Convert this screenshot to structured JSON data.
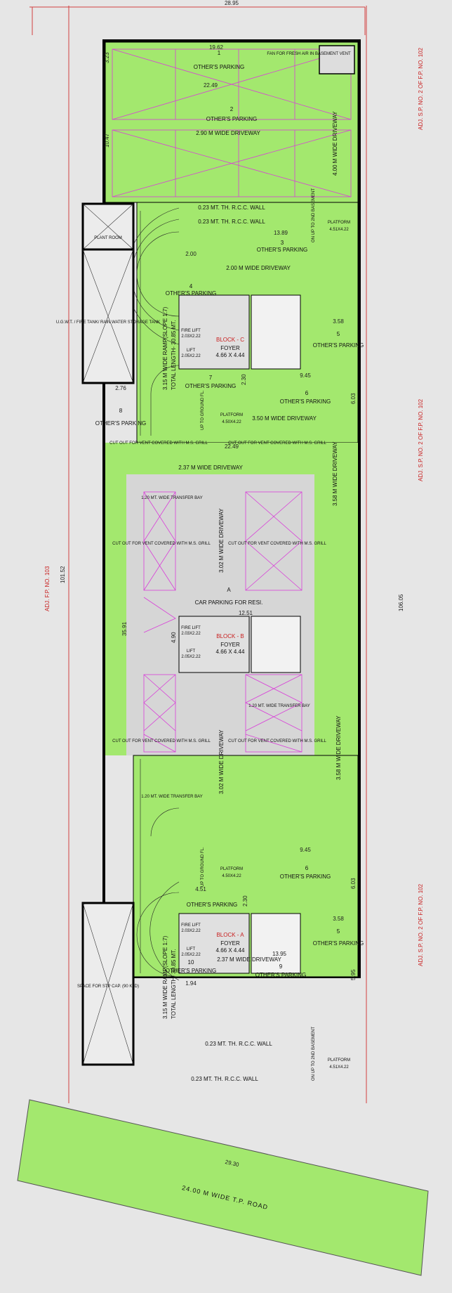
{
  "overall_width": "28.95",
  "left_length": "101.52",
  "right_length": "106.05",
  "inner_dim": "35.91",
  "road": {
    "label": "24.00  M  WIDE  T.P.  ROAD",
    "width": "29.30"
  },
  "adjacent": {
    "left": "ADJ. F.P. NO. 103",
    "right_top": "ADJ. S.P. NO. 2 OF F.P. NO. 102",
    "right_mid": "ADJ. S.P. NO. 2 OF F.P. NO. 102",
    "right_bottom": "ADJ. S.P. NO. 2 OF F.P. NO. 102"
  },
  "rooms": {
    "plant_room": "PLANT ROOM",
    "ugwt": "U.G.W.T. / FIRE TANK/ RAIN WATER STORAGE TANK",
    "stp": "SPACE FOR STP CAP. (90 KLD)",
    "fan_vent": "FAN FOR FRESH AIR IN BASEMENT VENT"
  },
  "driveways": {
    "d200": "2.00 M WIDE DRIVEWAY",
    "d290": "2.90 M WIDE DRIVEWAY",
    "d400": "4.00 M WIDE DRIVEWAY",
    "d237": "2.37 M WIDE DRIVEWAY",
    "d350": "3.50 M WIDE DRIVEWAY",
    "d358": "3.58 M WIDE DRIVEWAY",
    "d302": "3.02 M WIDE DRIVEWAY"
  },
  "walls": {
    "rcc": "0.23 MT. TH. R.C.C. WALL"
  },
  "ramp": {
    "label": "3.15 M WIDE RAMP(SLOPE 1:7)",
    "length": "TOTAL LENGTH- 30.85 MT."
  },
  "blocks": {
    "c": {
      "name": "BLOCK - C",
      "foyer": "FOYER",
      "size": "4.66 X 4.44"
    },
    "b": {
      "name": "BLOCK - B",
      "foyer": "FOYER",
      "size": "4.66 X 4.44"
    },
    "a": {
      "name": "BLOCK - A",
      "foyer": "FOYER",
      "size": "4.66 X 4.44"
    }
  },
  "lifts": {
    "fire": "FIRE LIFT",
    "fire_size": "2.03X2.22",
    "lift": "LIFT",
    "lift_size": "2.05X2.22"
  },
  "platform": {
    "label": "PLATFORM",
    "big": "4.51X4.22",
    "small": "4.50X4.22"
  },
  "parking": {
    "others": "OTHER'S PARKING",
    "resi": "CAR PARKING FOR RESI.",
    "transfer_bay": "1.20 MT. WIDE TRANSFER BAY"
  },
  "cutout": "CUT OUT FOR VENT COVERED WITH M.S. GRILL",
  "markers": {
    "m1": "1",
    "m2": "2",
    "m3": "3",
    "m4": "4",
    "m5": "5",
    "m6": "6",
    "m7": "7",
    "m8": "8",
    "m9": "9",
    "m10": "10",
    "mA": "A"
  },
  "up_to_ground": "UP TO GROUND FL.",
  "up_to_2nd": "ON UP TO 2ND BASEMENT",
  "dims": {
    "d1962": "19.62",
    "d2249": "22.49",
    "d323": "3.23",
    "d1047": "10.47",
    "d1389": "13.89",
    "d200b": "2.00",
    "d358b": "3.58",
    "d276": "2.76",
    "d230": "2.30",
    "d945": "9.45",
    "d603": "6.03",
    "d1251": "12.51",
    "d490": "4.90",
    "d1395": "13.95",
    "d595": "5.95",
    "d194": "1.94",
    "d451": "4.51"
  }
}
